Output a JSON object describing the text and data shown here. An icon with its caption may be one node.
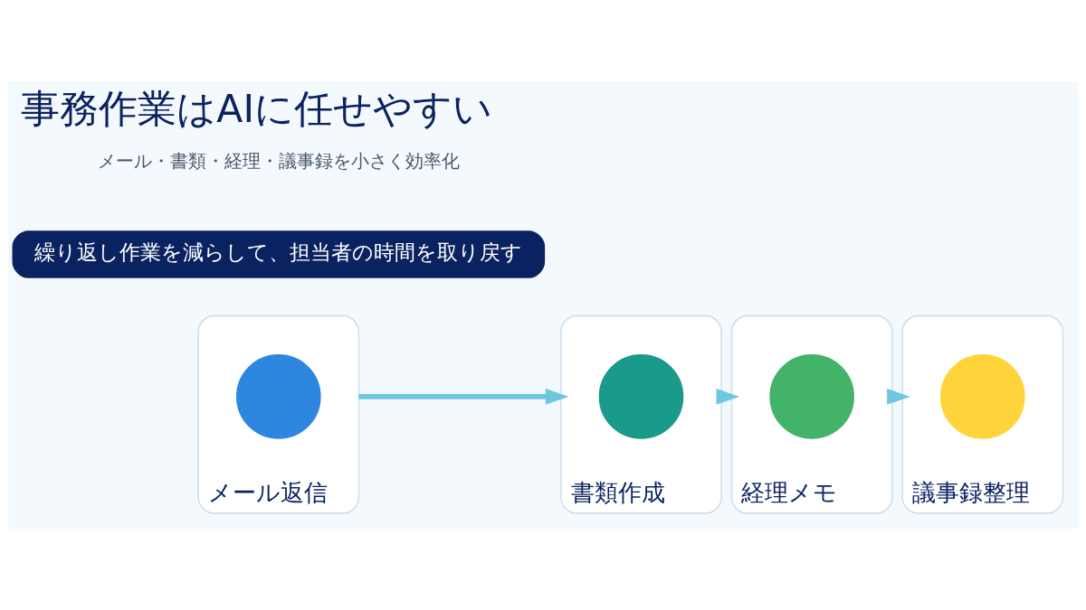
{
  "diagram": {
    "title": "事務作業はAIに任せやすい",
    "nodes": [
      {
        "text": [
          "メール返信"
        ]
      },
      {
        "text": [],
        "shape": "circle",
        "in": 0
      },
      {
        "text": [
          "書類作成"
        ]
      },
      {
        "text": [],
        "shape": "circle",
        "in": 2
      },
      {
        "text": [
          "経理メモ"
        ]
      },
      {
        "text": [],
        "shape": "circle",
        "in": 4
      },
      {
        "text": [
          "議事録整理"
        ]
      },
      {
        "text": [],
        "shape": "circle",
        "in": 6
      },
      {
        "text": [
          "繰り返し作業を減らして、担当者の時間を取り戻す"
        ]
      }
    ],
    "edges": [
      {
        "from": 0,
        "to": 2,
        "arrow": "to"
      },
      {
        "from": 2,
        "to": 4,
        "arrow": "to"
      },
      {
        "from": 4,
        "to": 6,
        "arrow": "to"
      }
    ],
    "labels": [
      "メール・書類・経理・議事録を小さく効率化"
    ]
  }
}
